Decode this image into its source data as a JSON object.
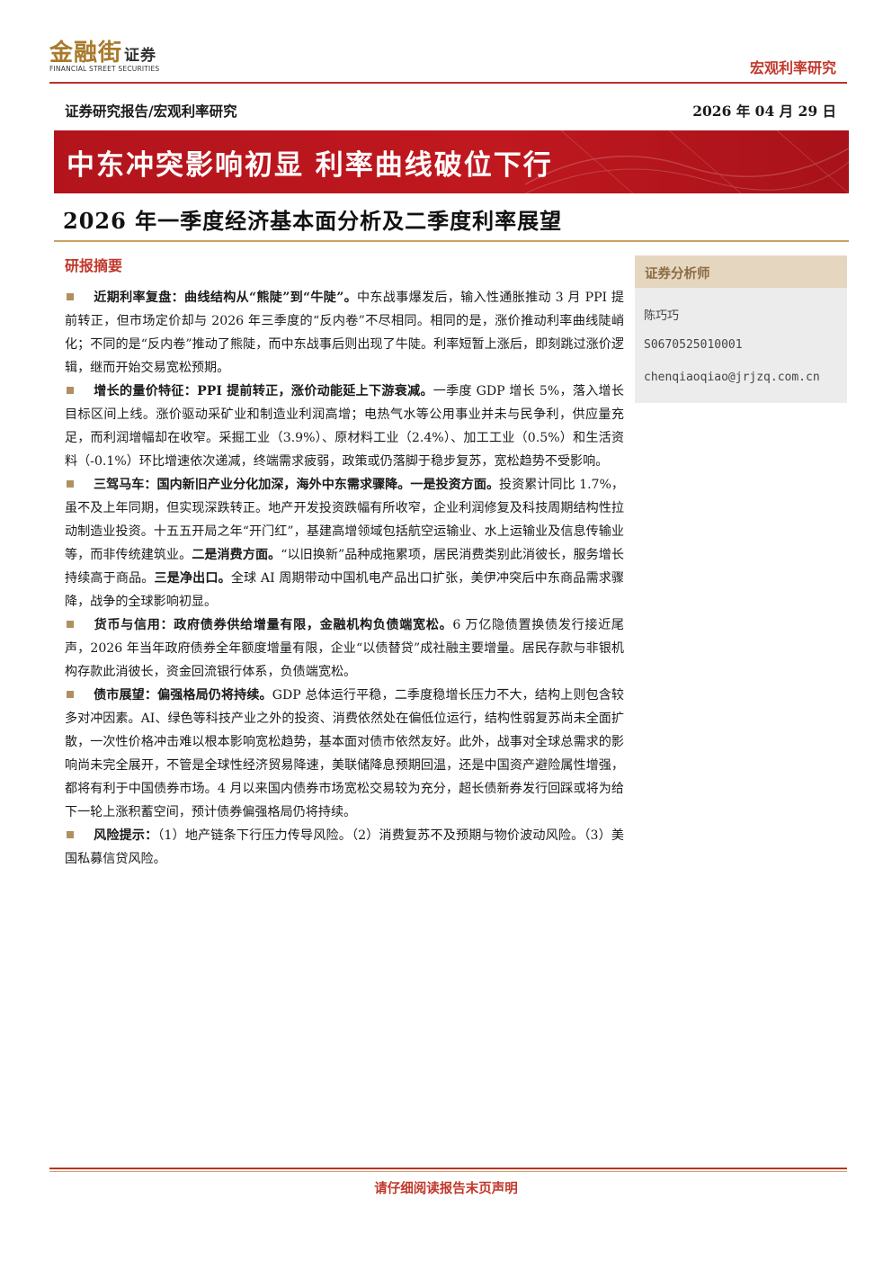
{
  "header": {
    "logo_cn": "金融街",
    "logo_cn_suffix": "证券",
    "logo_en": "FINANCIAL STREET SECURITIES",
    "section_tag": "宏观利率研究"
  },
  "meta": {
    "report_type": "证券研究报告/宏观利率研究",
    "date": "2026 年 04 月 29 日"
  },
  "title": "中东冲突影响初显  利率曲线破位下行",
  "subtitle": "2026 年一季度经济基本面分析及二季度利率展望",
  "abstract": {
    "label": "研报摘要",
    "items": [
      {
        "head": "近期利率复盘：曲线结构从“熊陡”到“牛陡”。",
        "body": "中东战事爆发后，输入性通胀推动 3 月 PPI 提前转正，但市场定价却与 2026 年三季度的“反内卷”不尽相同。相同的是，涨价推动利率曲线陡峭化；不同的是“反内卷”推动了熊陡，而中东战事后则出现了牛陡。利率短暂上涨后，即刻跳过涨价逻辑，继而开始交易宽松预期。"
      },
      {
        "head": "增长的量价特征：PPI 提前转正，涨价动能延上下游衰减。",
        "body": "一季度 GDP 增长 5%，落入增长目标区间上线。涨价驱动采矿业和制造业利润高增；电热气水等公用事业并未与民争利，供应量充足，而利润增幅却在收窄。采掘工业（3.9%）、原材料工业（2.4%）、加工工业（0.5%）和生活资料（-0.1%）环比增速依次递减，终端需求疲弱，政策或仍落脚于稳步复苏，宽松趋势不受影响。"
      },
      {
        "head": "三驾马车：国内新旧产业分化加深，海外中东需求骤降。一是投资方面。",
        "body": "投资累计同比 1.7%，虽不及上年同期，但实现深跌转正。地产开发投资跌幅有所收窄，企业利润修复及科技周期结构性拉动制造业投资。十五五开局之年“开门红”，基建高增领域包括航空运输业、水上运输业及信息传输业等，而非传统建筑业。",
        "head2": "二是消费方面。",
        "body2": "“以旧换新”品种成拖累项，居民消费类别此消彼长，服务增长持续高于商品。",
        "head3": "三是净出口。",
        "body3": "全球 AI 周期带动中国机电产品出口扩张，美伊冲突后中东商品需求骤降，战争的全球影响初显。"
      },
      {
        "head": "货币与信用：政府债券供给增量有限，金融机构负债端宽松。",
        "body": "6 万亿隐债置换债发行接近尾声，2026 年当年政府债券全年额度增量有限，企业“以债替贷”成社融主要增量。居民存款与非银机构存款此消彼长，资金回流银行体系，负债端宽松。"
      },
      {
        "head": "债市展望：偏强格局仍将持续。",
        "body": "GDP 总体运行平稳，二季度稳增长压力不大，结构上则包含较多对冲因素。AI、绿色等科技产业之外的投资、消费依然处在偏低位运行，结构性弱复苏尚未全面扩散，一次性价格冲击难以根本影响宽松趋势，基本面对债市依然友好。此外，战事对全球总需求的影响尚未完全展开，不管是全球性经济贸易降速，美联储降息预期回温，还是中国资产避险属性增强，都将有利于中国债券市场。4 月以来国内债券市场宽松交易较为充分，超长债新券发行回踩或将为给下一轮上涨积蓄空间，预计债券偏强格局仍将持续。"
      },
      {
        "head": "风险提示：",
        "body": "（1）地产链条下行压力传导风险。（2）消费复苏不及预期与物价波动风险。（3）美国私募信贷风险。"
      }
    ]
  },
  "analyst": {
    "title": "证券分析师",
    "name": "陈巧巧",
    "cert": "S0670525010001",
    "email": "chenqiaoqiao@jrjzq.com.cn"
  },
  "footer": {
    "disclaimer": "请仔细阅读报告末页声明"
  },
  "colors": {
    "brand_red": "#b8322c",
    "banner_red": "#c0181f",
    "gold": "#c9a063",
    "analyst_head_bg": "#e5d6c0"
  }
}
